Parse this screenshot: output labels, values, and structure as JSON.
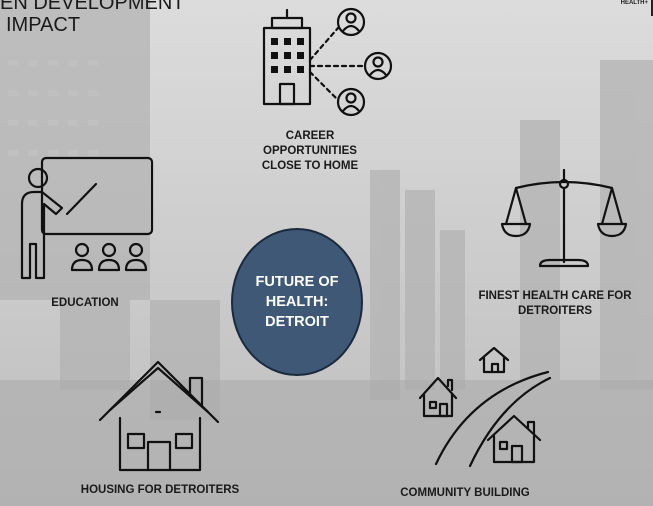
{
  "heading": {
    "line1": "EN DEVELOPMENT",
    "line2": "IMPACT"
  },
  "logo": {
    "text": "HEALTH+"
  },
  "hub": {
    "label": "FUTURE OF\nHEALTH:\nDETROIT",
    "fill": "#3f5876"
  },
  "nodes": {
    "career": {
      "label": "CAREER\nOPPORTUNITIES\nCLOSE TO HOME",
      "icon": "office-building-network-icon"
    },
    "education": {
      "label": "EDUCATION",
      "icon": "teacher-classroom-icon"
    },
    "health_care": {
      "label": "FINEST HEALTH CARE FOR\nDETROITERS",
      "icon": "balance-scale-icon"
    },
    "housing": {
      "label": "HOUSING FOR DETROITERS",
      "icon": "house-icon"
    },
    "community": {
      "label": "COMMUNITY BUILDING",
      "icon": "houses-road-icon"
    }
  }
}
